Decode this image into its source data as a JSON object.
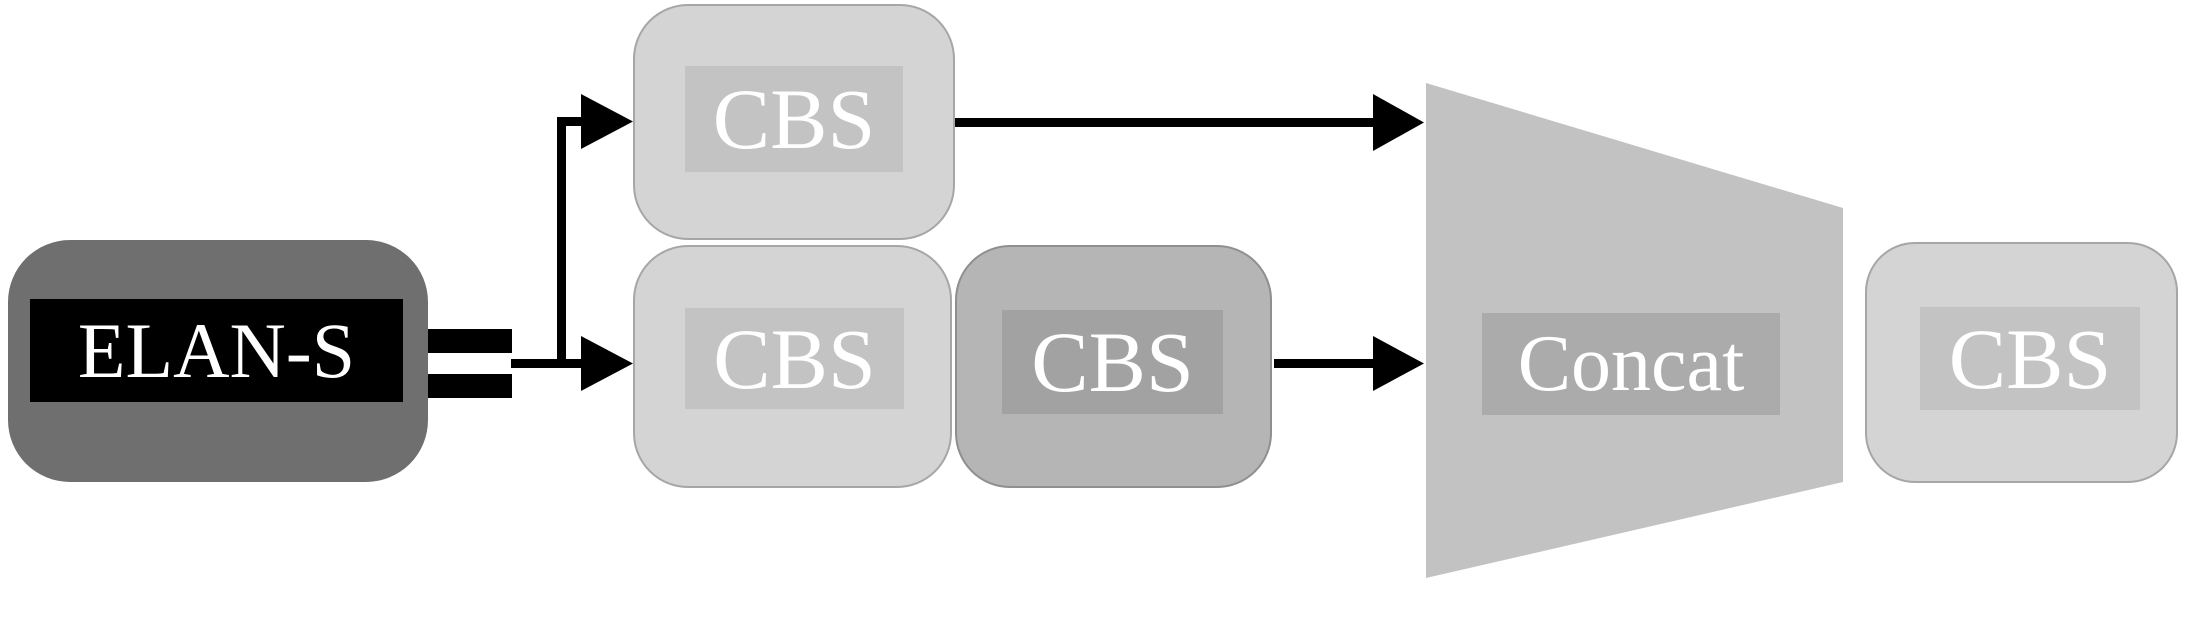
{
  "diagram": {
    "nodes": {
      "elan_s": {
        "label": "ELAN-S"
      },
      "cbs_branch_top": {
        "label": "CBS"
      },
      "cbs_branch_bottom_1": {
        "label": "CBS"
      },
      "cbs_branch_bottom_2": {
        "label": "CBS"
      },
      "concat": {
        "label": "Concat"
      },
      "cbs_output": {
        "label": "CBS"
      }
    },
    "edges": [
      {
        "from": "elan_s",
        "to": "cbs_branch_top",
        "style": "arrow"
      },
      {
        "from": "elan_s",
        "to": "cbs_branch_bottom_1",
        "style": "double-bar-arrow"
      },
      {
        "from": "cbs_branch_top",
        "to": "concat",
        "style": "arrow"
      },
      {
        "from": "cbs_branch_bottom_1",
        "to": "cbs_branch_bottom_2",
        "style": "adjacent"
      },
      {
        "from": "cbs_branch_bottom_2",
        "to": "concat",
        "style": "arrow"
      },
      {
        "from": "concat",
        "to": "cbs_output",
        "style": "adjacent"
      }
    ],
    "colors": {
      "background": "#ffffff",
      "elan_fill": "#6f6f6f",
      "elan_label_bg": "#000000",
      "block_light_fill": "#d4d4d4",
      "block_light_inner": "#c3c3c3",
      "block_light_border": "#a6a6a6",
      "block_dark_fill": "#b5b5b5",
      "block_dark_inner": "#a2a2a2",
      "block_dark_border": "#8f8f8f",
      "trapezoid_fill": "#c2c2c2",
      "trapezoid_inner": "#ababab",
      "connector": "#000000",
      "text": "#ffffff"
    }
  }
}
